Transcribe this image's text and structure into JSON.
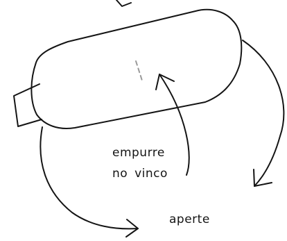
{
  "labels": {
    "push_line_1": "empurre",
    "push_line_2": "no vinco",
    "squeeze": "aperte"
  },
  "colors": {
    "stroke": "#141414",
    "crease": "#9a9a9a",
    "background": "#ffffff"
  }
}
